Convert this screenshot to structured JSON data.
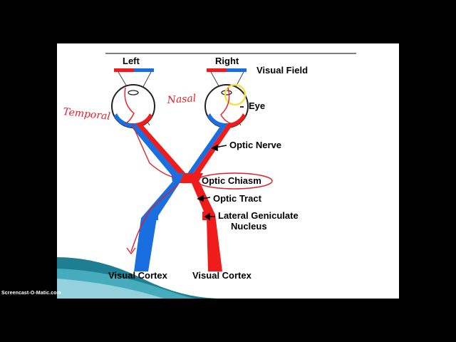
{
  "diagram": {
    "field_left": "Left",
    "field_right": "Right",
    "visual_field": "Visual Field",
    "eye": "Eye",
    "optic_nerve": "Optic Nerve",
    "optic_chiasm": "Optic Chiasm",
    "optic_tract": "Optic Tract",
    "lgn_line1": "Lateral Geniculate",
    "lgn_line2": "Nucleus",
    "cortex_left": "Visual Cortex",
    "cortex_right": "Visual Cortex"
  },
  "annotations": {
    "temporal": "Temporal",
    "nasal": "Nasal"
  },
  "watermark": "Screencast-O-Matic.com",
  "colors": {
    "left_pathway": "#1a6fe0",
    "right_pathway": "#f01c1c",
    "annotation_ink": "#e0202a",
    "highlight": "#f4e04a",
    "teal_bar": "#1e7f93"
  }
}
